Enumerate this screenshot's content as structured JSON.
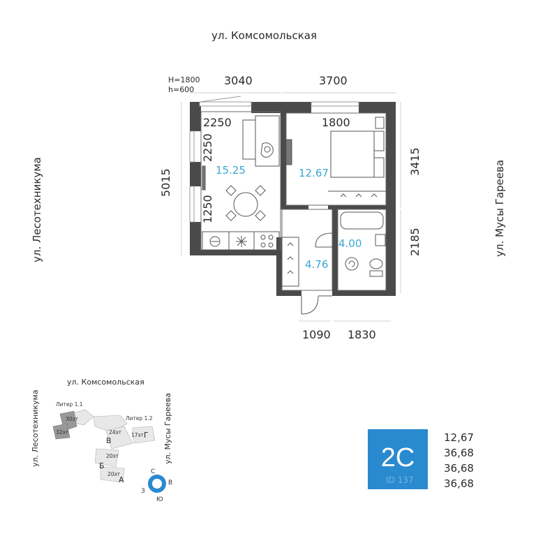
{
  "streets": {
    "top": "ул. Комсомольская",
    "left": "ул. Лесотехникума",
    "right": "ул. Мусы Гареева"
  },
  "window_note": {
    "line1": "H=1800",
    "line2": "h=600"
  },
  "dimensions": {
    "top_left": "3040",
    "top_right": "3700",
    "left": "5015",
    "right_top": "3415",
    "right_bottom": "2185",
    "bottom_left": "1090",
    "bottom_right": "1830",
    "inner_2250_h": "2250",
    "inner_2250_v": "2250",
    "inner_1800": "1800",
    "inner_1250": "1250"
  },
  "rooms": {
    "living": "15.25",
    "bedroom": "12.67",
    "hall": "4.76",
    "bath": "4.00"
  },
  "mini_map": {
    "street_top": "ул. Комсомольская",
    "street_left": "ул. Лесотехникума",
    "street_right": "ул. Мусы Гареева",
    "liter_11": "Литер 1.1",
    "liter_12": "Литер 1.2",
    "floors_30": "30эт",
    "floors_32": "32эт",
    "floors_24": "24эт",
    "floors_17": "17эт",
    "floors_20a": "20эт",
    "floors_20b": "20эт",
    "label_v": "В",
    "label_g": "Г",
    "label_b": "Б",
    "label_a": "А",
    "compass_n": "С",
    "compass_e": "В",
    "compass_s": "Ю",
    "compass_w": "З"
  },
  "badge": {
    "type": "2С",
    "watermark": "ID 137"
  },
  "areas": [
    "12,67",
    "36,68",
    "36,68",
    "36,68"
  ],
  "colors": {
    "wall": "#4a4a4a",
    "accent": "#3aa6d6",
    "badge": "#2a8ad0"
  }
}
